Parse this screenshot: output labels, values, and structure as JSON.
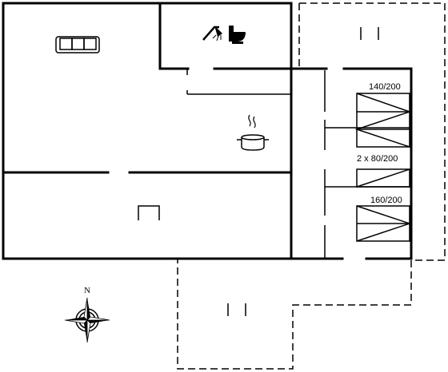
{
  "plan": {
    "beds": [
      {
        "label": "140/200"
      },
      {
        "label": "2 x 80/200"
      },
      {
        "label": "160/200"
      }
    ],
    "compass": {
      "north_label": "N"
    },
    "icons": [
      "sofa-icon",
      "shower-icon",
      "toilet-icon",
      "cooking-pot-icon",
      "fireplace-icon",
      "compass-rose-icon",
      "door-marker-icon"
    ]
  }
}
